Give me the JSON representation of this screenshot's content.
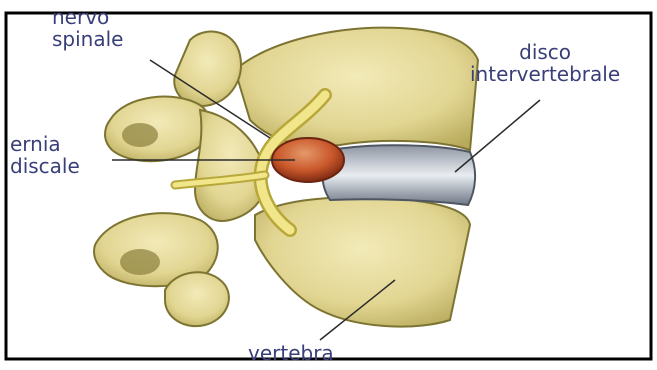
{
  "labels": {
    "nervo_spinale": [
      "nervo",
      "spinale"
    ],
    "disco_intervertebrale": [
      "disco",
      "intervertebrale"
    ],
    "ernia_discale": [
      "ernia",
      "discale"
    ],
    "vertebra": "vertebra"
  },
  "colors": {
    "bone": "#e6dc9e",
    "bone_shadow": "#b8ab5c",
    "bone_dark": "#7d7432",
    "disc": "#c8ced6",
    "disc_shadow": "#6e7582",
    "hernia": "#c9572a",
    "nerve": "#efe27a",
    "label_text": "#3a3f7a",
    "leader_line": "#2b2b2b",
    "border": "#000000"
  }
}
